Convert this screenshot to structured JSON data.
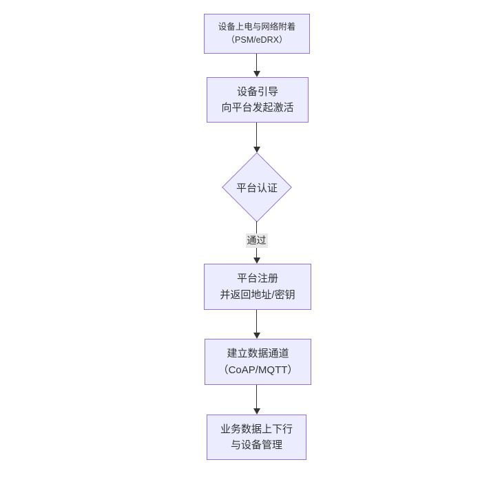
{
  "diagram": {
    "type": "flowchart-vertical",
    "background": "#ffffff",
    "colors": {
      "node_fill": "#ECECFF",
      "node_border": "#9370DB",
      "text": "#333333",
      "arrow": "#333333",
      "edge_label_bg": "#e8e8e8"
    },
    "nodes": [
      {
        "shape": "rect",
        "line1": "设备上电与网络附着",
        "line2": "（PSM/eDRX）"
      },
      {
        "shape": "rect",
        "line1": "设备引导",
        "line2": "向平台发起激活"
      },
      {
        "shape": "diamond",
        "line1": "平台认证"
      },
      {
        "shape": "rect",
        "line1": "平台注册",
        "line2": "并返回地址/密钥"
      },
      {
        "shape": "rect",
        "line1": "建立数据通道",
        "line2": "（CoAP/MQTT）"
      },
      {
        "shape": "rect",
        "line1": "业务数据上下行",
        "line2": "与设备管理"
      }
    ],
    "edges": [
      {
        "from": 0,
        "to": 1,
        "label": ""
      },
      {
        "from": 1,
        "to": 2,
        "label": ""
      },
      {
        "from": 2,
        "to": 3,
        "label": "通过"
      },
      {
        "from": 3,
        "to": 4,
        "label": ""
      },
      {
        "from": 4,
        "to": 5,
        "label": ""
      }
    ]
  }
}
